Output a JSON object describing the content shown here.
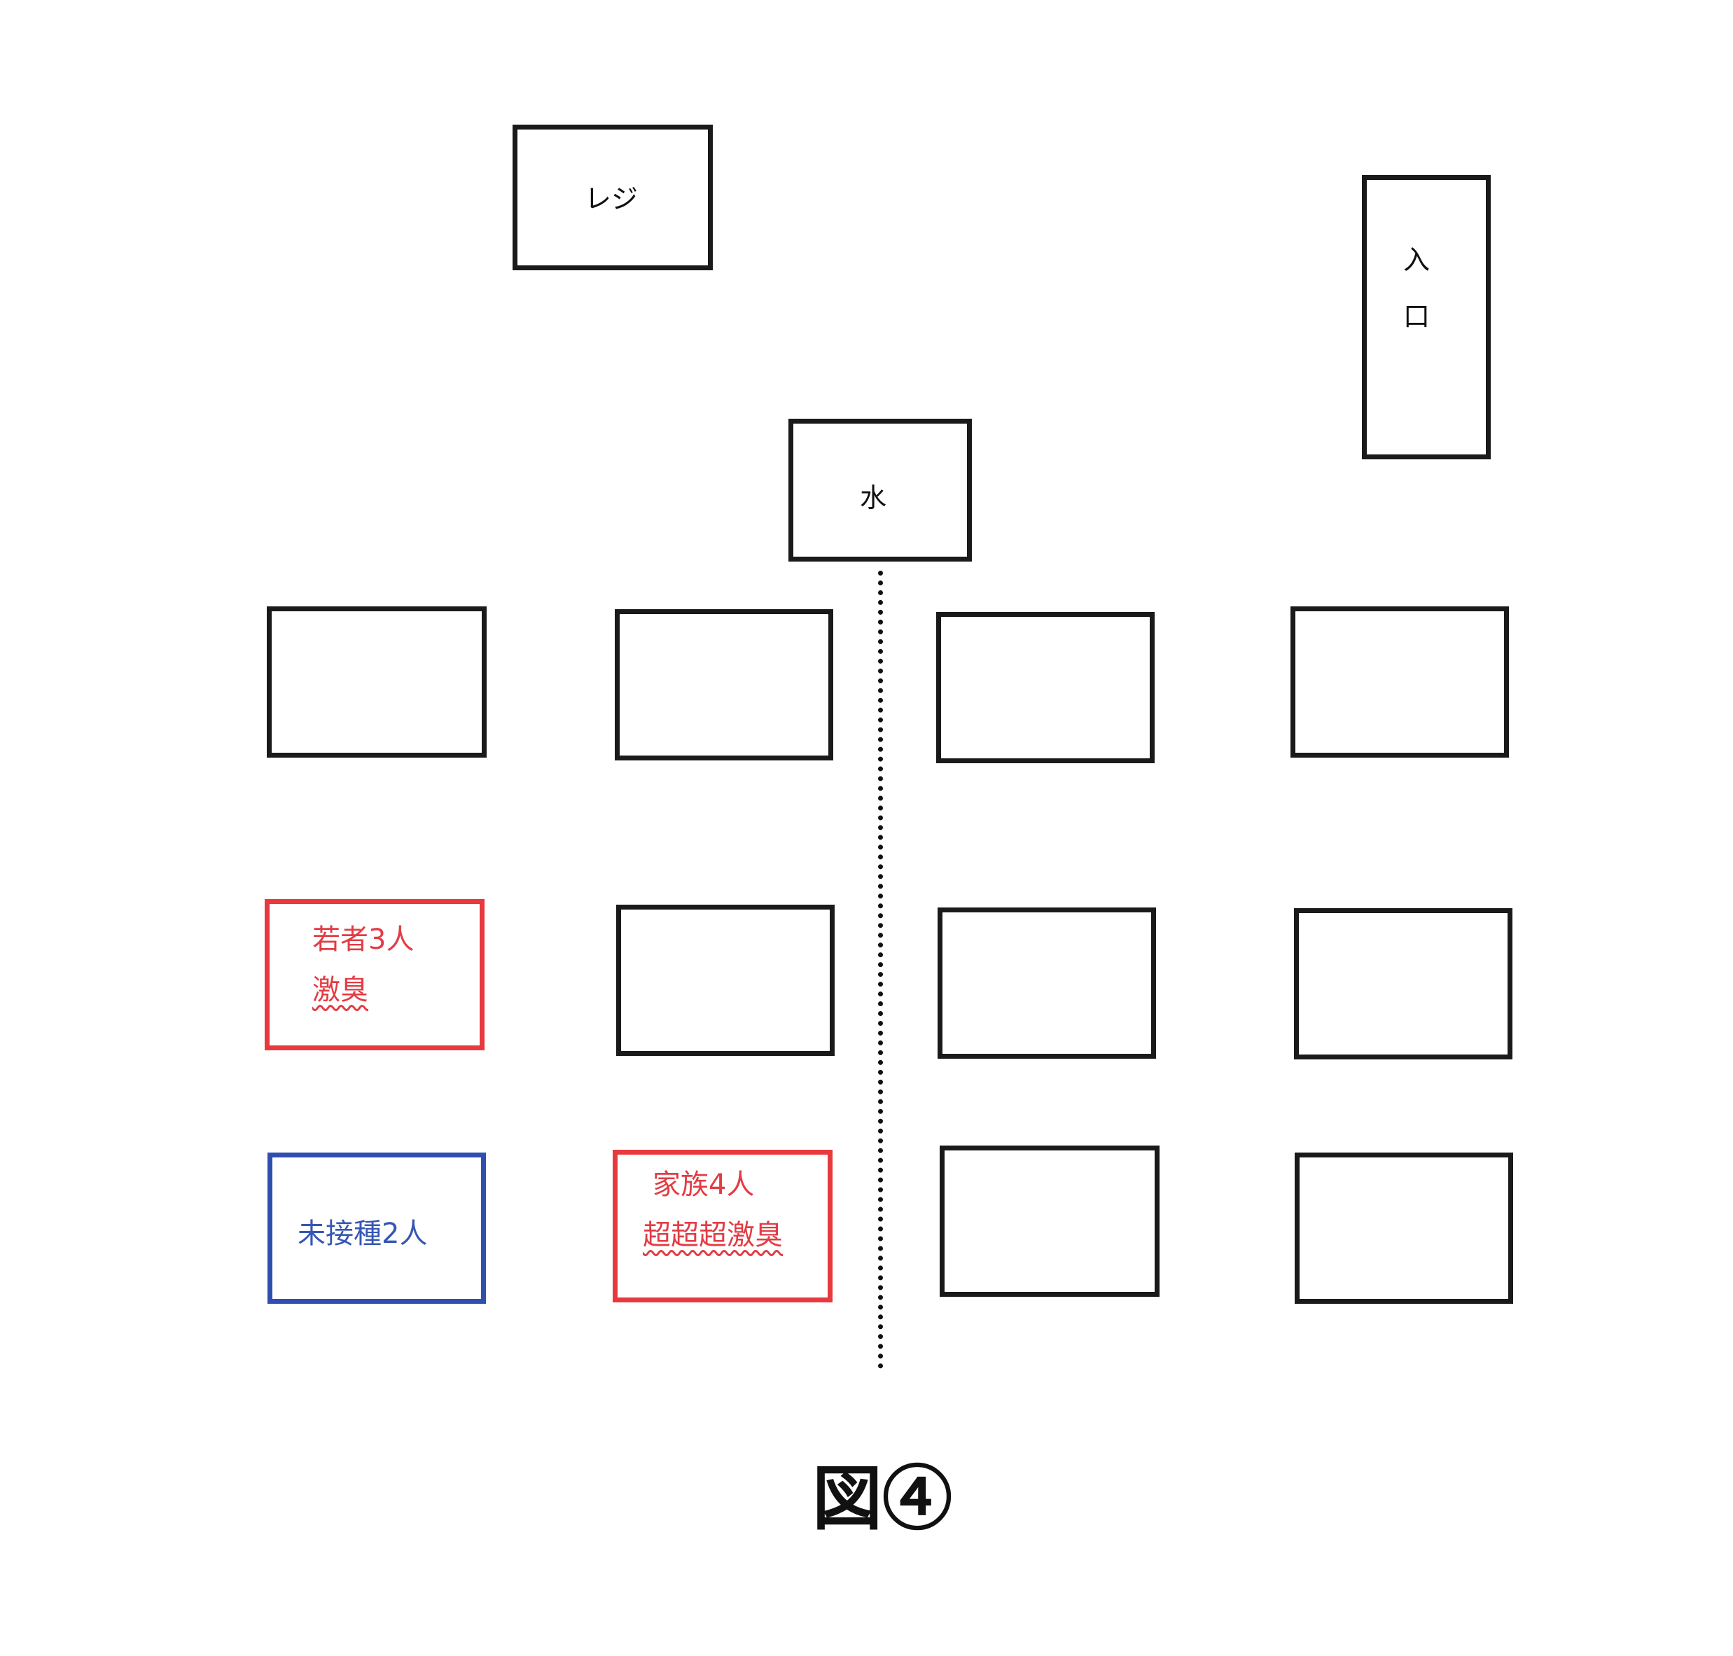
{
  "landmarks": {
    "register": "レジ",
    "entrance_top": "入",
    "entrance_bottom": "口",
    "water": "水"
  },
  "tables": {
    "young": {
      "line1": "若者3人",
      "line2": "激臭"
    },
    "unvaccinated": {
      "line1": "未接種2人"
    },
    "family": {
      "line1": "家族4人",
      "line2": "超超超激臭"
    }
  },
  "figure_label": "図④",
  "colors": {
    "outline": "#1a1a1a",
    "alert_red": "#e8393f",
    "note_blue": "#2f4fb0"
  }
}
